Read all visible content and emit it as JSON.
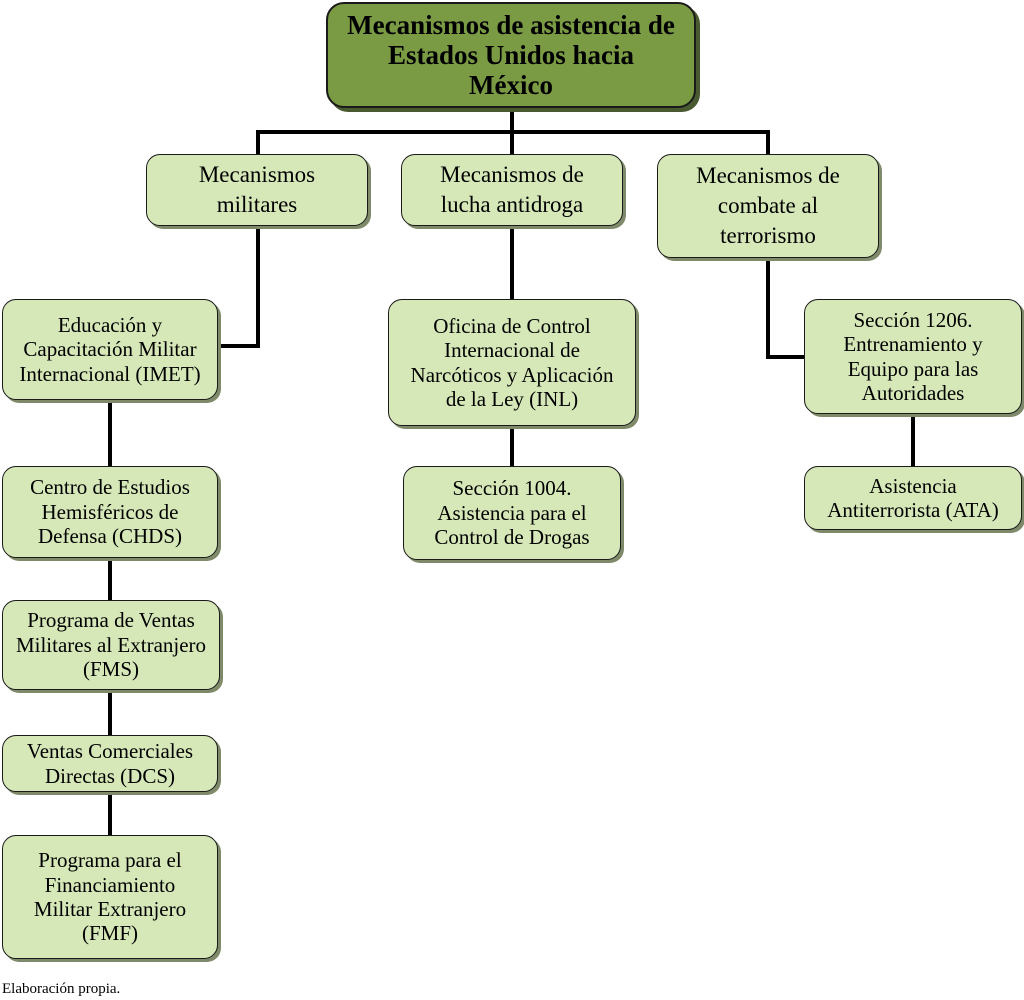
{
  "diagram": {
    "root": {
      "label": "Mecanismos de asistencia de\nEstados Unidos hacia\nMéxico"
    },
    "categories": [
      {
        "label": "Mecanismos\nmilitares"
      },
      {
        "label": "Mecanismos de\nlucha antidroga"
      },
      {
        "label": "Mecanismos de\ncombate al\nterrorismo"
      }
    ],
    "military": [
      {
        "label": "Educación y\nCapacitación Militar\nInternacional (IMET)"
      },
      {
        "label": "Centro de Estudios\nHemisféricos de\nDefensa (CHDS)"
      },
      {
        "label": "Programa de Ventas\nMilitares al Extranjero\n(FMS)"
      },
      {
        "label": "Ventas Comerciales\nDirectas (DCS)"
      },
      {
        "label": "Programa para el\nFinanciamiento\nMilitar Extranjero\n(FMF)"
      }
    ],
    "antidrug": [
      {
        "label": "Oficina de Control\nInternacional de\nNarcóticos y Aplicación\nde la Ley (INL)"
      },
      {
        "label": "Sección 1004.\nAsistencia para el\nControl de Drogas"
      }
    ],
    "terrorism": [
      {
        "label": "Sección 1206.\nEntrenamiento y\nEquipo para las\nAutoridades"
      },
      {
        "label": "Asistencia\nAntiterrorista (ATA)"
      }
    ],
    "colors": {
      "root_fill": "#7a9a44",
      "node_fill": "#d6e7b8",
      "connector": "#000000"
    }
  },
  "caption": "Elaboración propia."
}
